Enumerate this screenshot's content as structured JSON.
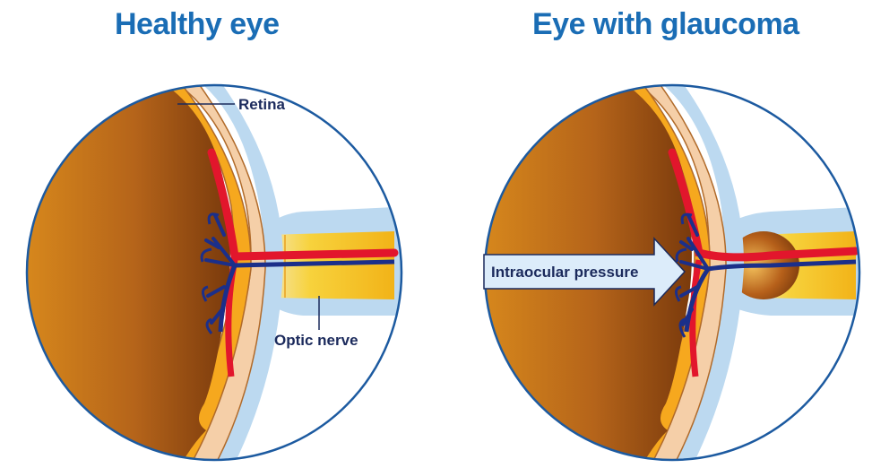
{
  "panels": [
    {
      "title": "Healthy eye",
      "labels": {
        "retina": "Retina",
        "optic_nerve": "Optic nerve"
      }
    },
    {
      "title": "Eye with glaucoma",
      "labels": {
        "pressure": "Intraocular pressure"
      }
    }
  ],
  "colors": {
    "title": "#1a6db5",
    "circle_outline": "#1c5aa0",
    "eyeball_dark": "#8a4310",
    "eyeball_light": "#d98a1c",
    "retina_orange": "#f6a81e",
    "choroid_peach": "#f5cfa8",
    "sclera_blue": "#bcd9f0",
    "nerve_yellow": "#f7d23c",
    "artery_red": "#e2162c",
    "vein_blue": "#1b2f8a",
    "arrow_fill": "#dcecfa",
    "label_text": "#1b2a5c"
  }
}
